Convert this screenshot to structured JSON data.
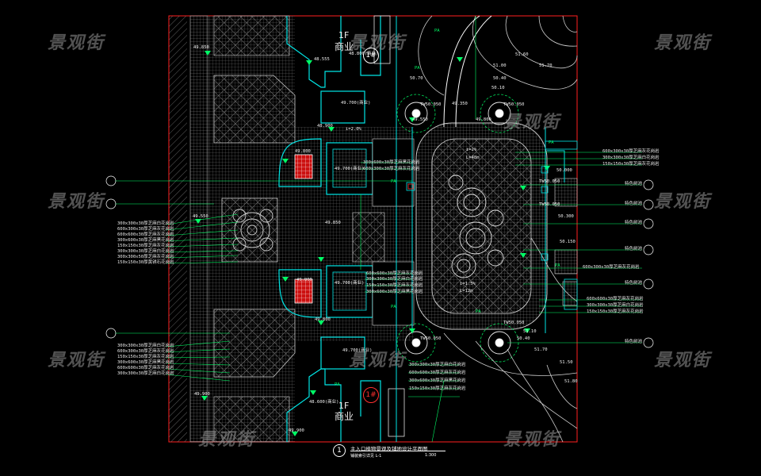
{
  "watermark": "景观街",
  "title": {
    "number": "1",
    "main": "主入口植物景观及铺地设计平面图",
    "sub": "铺装索引详见 L-1",
    "scale": "1:300"
  },
  "buildings": {
    "top_floor": "1F",
    "top_use": "商业",
    "bottom_floor": "1F",
    "bottom_use": "商业",
    "top_tag": "1#",
    "bottom_tag": "1#"
  },
  "elevations": {
    "e1": "49.850",
    "e2": "48.555",
    "e3": "48.800(商业)",
    "e4": "49.700(商业)",
    "e5": "48.900",
    "e6": "49.800",
    "e7": "49.700(商业)",
    "e8": "49.550",
    "e9": "49.850",
    "e10": "49.800",
    "e11": "49.700(商业)",
    "e12": "49.700(商业)",
    "e13": "49.800",
    "e14": "49.900",
    "e15": "48.600(商业)",
    "e16": "49.900",
    "e17": "TW50.050",
    "e18": "TW50.050",
    "e19": "TW50.050",
    "e20": "TW50.050",
    "e21": "50.000",
    "e22": "50.300",
    "e23": "50.150",
    "e24": "TW50.050",
    "e25": "TW50.050",
    "e26": "49.350",
    "e27": "49.550",
    "e28": "49.800",
    "c1": "51.60",
    "c2": "51.70",
    "c3": "51.00",
    "c4": "50.40",
    "c5": "50.10",
    "c6": "50.70",
    "c7": "51.10",
    "c8": "50.40",
    "c9": "51.50",
    "c10": "51.70",
    "c11": "51.80"
  },
  "callouts_left": [
    "300x300x30厚芝麻白花岗岩",
    "600x300x30厚芝麻灰花岗岩",
    "600x600x30厚芝麻灰花岗岩",
    "300x600x30厚芝麻黑花岗岩",
    "150x150x30厚芝麻灰花岗岩",
    "300x300x30厚芝麻白花岗岩",
    "300x300x50厚芝麻灰花岗岩",
    "150x150x30厚黄锈石花岗岩"
  ],
  "callouts_left_lower": [
    "300x300x30厚芝麻白花岗岩",
    "600x300x30厚芝麻灰花岗岩",
    "150x150x30厚芝麻灰花岗岩",
    "300x600x30厚芝麻黑花岗岩",
    "600x600x30厚芝麻灰花岗岩",
    "300x300x30厚芝麻白花岗岩"
  ],
  "callouts_right": [
    "600x300x30厚芝麻灰花岗岩",
    "300x300x30厚芝麻白花岗岩",
    "150x150x30厚芝麻灰花岗岩",
    "特色树池",
    "特色树池",
    "特色树池",
    "特色树池",
    "600x300x30厚芝麻灰花岗岩",
    "特色树池",
    "600x600x30厚芝麻灰花岗岩",
    "300x300x30厚芝麻白花岗岩",
    "150x150x30厚芝麻灰花岗岩",
    "特色树池"
  ],
  "callouts_center": [
    "300x600x30厚芝麻黑花岗岩",
    "600x300x30厚芝麻灰花岗岩",
    "600x600x30厚芝麻灰花岗岩",
    "300x300x30厚芝麻白花岗岩",
    "150x150x30厚芝麻灰花岗岩",
    "300x600x30厚芝麻黑花岗岩",
    "300x300x30厚芝麻白花岗岩",
    "600x600x30厚芝麻灰花岗岩",
    "300x600x30厚芝麻黑花岗岩",
    "150x150x30厚芝麻灰花岗岩"
  ],
  "slopes": [
    "i=2.0%",
    "i=2%",
    "L=48m",
    "i=1.5%",
    "L=12m"
  ],
  "small_tags": [
    "PA",
    "PA",
    "PA",
    "PA",
    "PA",
    "PA",
    "PA",
    "PA"
  ],
  "colors": {
    "background": "#000000",
    "frame": "#ff2020",
    "paving": "#b0b0b0",
    "cyan": "#00e5e5",
    "green": "#00ff66",
    "red": "#ff2a2a",
    "yellow": "#e5e500",
    "white": "#ffffff"
  }
}
